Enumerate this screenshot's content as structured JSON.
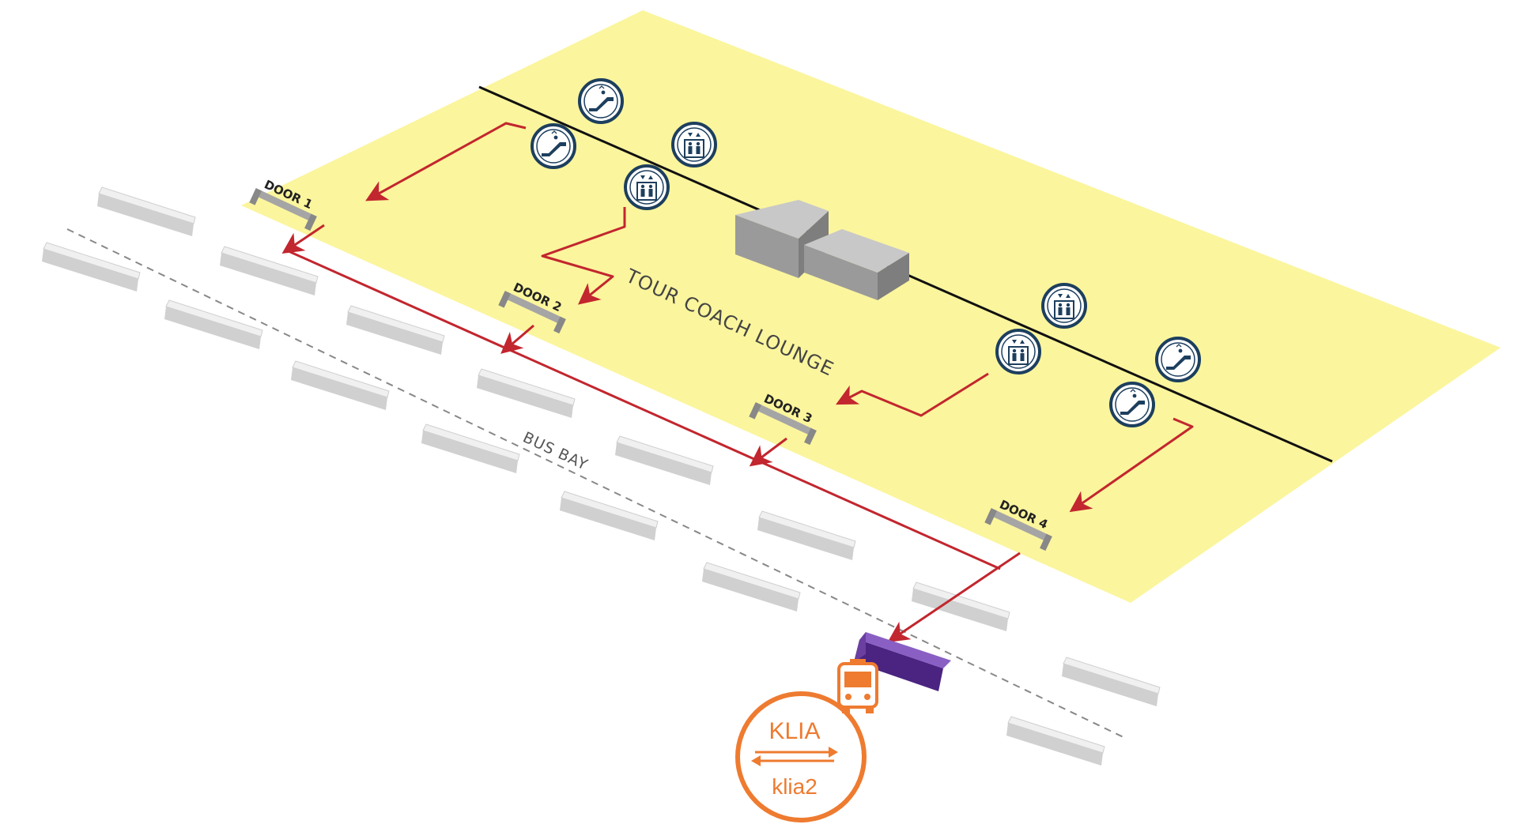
{
  "areas": {
    "lounge_label": "TOUR COACH LOUNGE",
    "bus_bay_label": "BUS BAY"
  },
  "doors": [
    {
      "label": "DOOR 1"
    },
    {
      "label": "DOOR 2"
    },
    {
      "label": "DOOR 3"
    },
    {
      "label": "DOOR 4"
    }
  ],
  "logo": {
    "top_text": "KLIA",
    "bottom_text": "klia2"
  },
  "icons": [
    {
      "kind": "escalator-icon"
    },
    {
      "kind": "escalator-icon"
    },
    {
      "kind": "lift-icon"
    },
    {
      "kind": "lift-icon"
    },
    {
      "kind": "lift-icon"
    },
    {
      "kind": "lift-icon"
    },
    {
      "kind": "escalator-icon"
    },
    {
      "kind": "escalator-icon"
    }
  ],
  "colors": {
    "lounge_floor": "#fbf59d",
    "route": "#c2262e",
    "bus_stop": "#6b3fa0",
    "logo": "#ee7b30",
    "icon_ring": "#1d3f5e"
  }
}
